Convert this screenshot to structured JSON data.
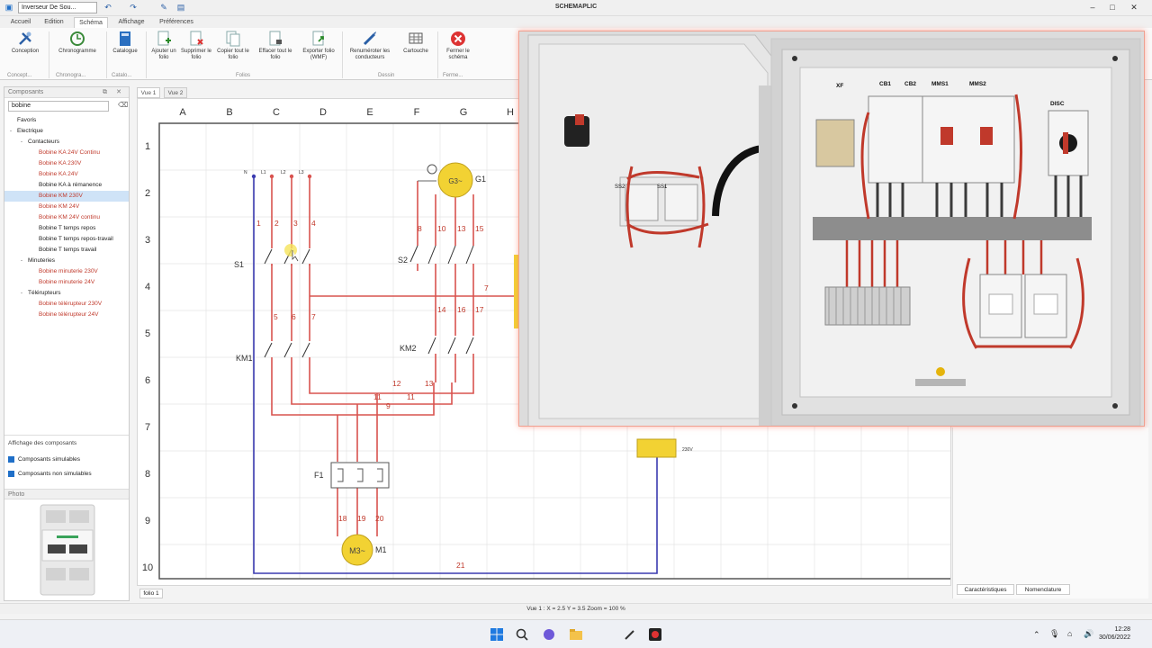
{
  "titlebar": {
    "doc_select": "Inverseur De Sou...",
    "app_title": "SCHEMAPLIC",
    "qa_icons": [
      "undo-icon",
      "redo-icon",
      "tool-icon",
      "save-icon"
    ],
    "window_buttons": [
      "minimize-icon",
      "maximize-icon",
      "close-icon"
    ]
  },
  "menu": {
    "tabs": [
      {
        "label": "Accueil"
      },
      {
        "label": "Edition"
      },
      {
        "label": "Schéma",
        "active": true
      },
      {
        "label": "Affichage"
      },
      {
        "label": "Préférences"
      }
    ]
  },
  "ribbon": {
    "buttons": [
      {
        "label": "Conception",
        "icon": "tools-icon"
      },
      {
        "label": "Chronogramme",
        "icon": "chronogram-icon"
      },
      {
        "label": "Catalogue",
        "icon": "catalog-icon"
      },
      {
        "label": "Ajouter un folio",
        "icon": "add-page-icon"
      },
      {
        "label": "Supprimer le folio",
        "icon": "delete-page-icon"
      },
      {
        "label": "Copier tout le folio",
        "icon": "copy-page-icon"
      },
      {
        "label": "Effacer tout le folio",
        "icon": "erase-page-icon"
      },
      {
        "label": "Exporter folio (WMF)",
        "icon": "export-icon"
      },
      {
        "label": "Renuméroter les conducteurs",
        "icon": "renumber-icon"
      },
      {
        "label": "Cartouche",
        "icon": "grid-icon"
      },
      {
        "label": "Fermer le schéma",
        "icon": "close-schema-icon"
      }
    ],
    "groups": [
      "Concept...",
      "Chronogra...",
      "Catalo...",
      "Folios",
      "Dessin",
      "Ferme..."
    ]
  },
  "components_panel": {
    "title": "Composants",
    "search_value": "bobine",
    "tree": [
      {
        "label": "Favoris",
        "level": 1,
        "toggle": ""
      },
      {
        "label": "Electrique",
        "level": 1,
        "toggle": "-"
      },
      {
        "label": "Contacteurs",
        "level": 2,
        "toggle": "-"
      },
      {
        "label": "Bobine KA 24V Continu",
        "level": 3,
        "red": true
      },
      {
        "label": "Bobine KA 230V",
        "level": 3,
        "red": true
      },
      {
        "label": "Bobine KA 24V",
        "level": 3,
        "red": true
      },
      {
        "label": "Bobine KA à rémanence",
        "level": 3
      },
      {
        "label": "Bobine KM 230V",
        "level": 3,
        "red": true,
        "selected": true
      },
      {
        "label": "Bobine KM 24V",
        "level": 3,
        "red": true
      },
      {
        "label": "Bobine KM 24V continu",
        "level": 3,
        "red": true
      },
      {
        "label": "Bobine T temps repos",
        "level": 3
      },
      {
        "label": "Bobine T temps repos-travail",
        "level": 3
      },
      {
        "label": "Bobine T temps travail",
        "level": 3
      },
      {
        "label": "Minuteries",
        "level": 2,
        "toggle": "-"
      },
      {
        "label": "Bobine minuterie 230V",
        "level": 3,
        "red": true
      },
      {
        "label": "Bobine minuterie 24V",
        "level": 3,
        "red": true
      },
      {
        "label": "Télérupteurs",
        "level": 2,
        "toggle": "-"
      },
      {
        "label": "Bobine télérupteur 230V",
        "level": 3,
        "red": true
      },
      {
        "label": "Bobine télérupteur 24V",
        "level": 3,
        "red": true
      }
    ],
    "display_label": "Affichage des composants",
    "options": [
      "Composants simulables",
      "Composants non simulables"
    ]
  },
  "photo_panel": {
    "title": "Photo"
  },
  "doc_tabs": [
    {
      "label": "Vue 1",
      "active": true
    },
    {
      "label": "Vue 2"
    }
  ],
  "sheet_tab": "folio 1",
  "grid": {
    "columns": [
      "A",
      "B",
      "C",
      "D",
      "E",
      "F",
      "G",
      "H"
    ],
    "rows": [
      "1",
      "2",
      "3",
      "4",
      "5",
      "6",
      "7",
      "8",
      "9",
      "10"
    ]
  },
  "schematic": {
    "labels": {
      "S1": "S1",
      "KM1": "KM1",
      "S2": "S2",
      "KM2": "KM2",
      "F1": "F1",
      "G1": "G1",
      "M1": "M1",
      "motor": "M3~",
      "generator": "G3~",
      "supply": [
        "N",
        "L1",
        "L2",
        "L3"
      ],
      "w1": "1",
      "w2": "2",
      "w3": "3",
      "w4": "4",
      "w5": "5",
      "w6": "6",
      "w7": "7",
      "w8": "8",
      "w10": "10",
      "w13": "13",
      "w15": "15",
      "w14": "14",
      "w16": "16",
      "w17": "17",
      "w11": "11",
      "w12": "12",
      "w9": "9",
      "w18": "18",
      "w19": "19",
      "w20": "20",
      "w21": "21",
      "w7r": "7",
      "coil_label": "230V"
    },
    "colors": {
      "phase": "#d9534f",
      "neutral": "#3b3bb0",
      "coil": "#f2d233",
      "grid": "#e4e4e4"
    }
  },
  "overlay_photo": {
    "labels": {
      "ss2": "SS2",
      "ss1": "SS1",
      "xf": "XF",
      "cb1": "CB1",
      "cb2": "CB2",
      "mms1": "MMS1",
      "mms2": "MMS2",
      "disc": "DISC"
    }
  },
  "right_panel": {
    "tabs": [
      "Caractéristiques",
      "Nomenclature"
    ]
  },
  "status": {
    "text": "Vue 1 : X = 2.5 Y = 3.5 Zoom = 100 %"
  },
  "taskbar": {
    "time": "12:28",
    "date": "30/06/2022"
  }
}
